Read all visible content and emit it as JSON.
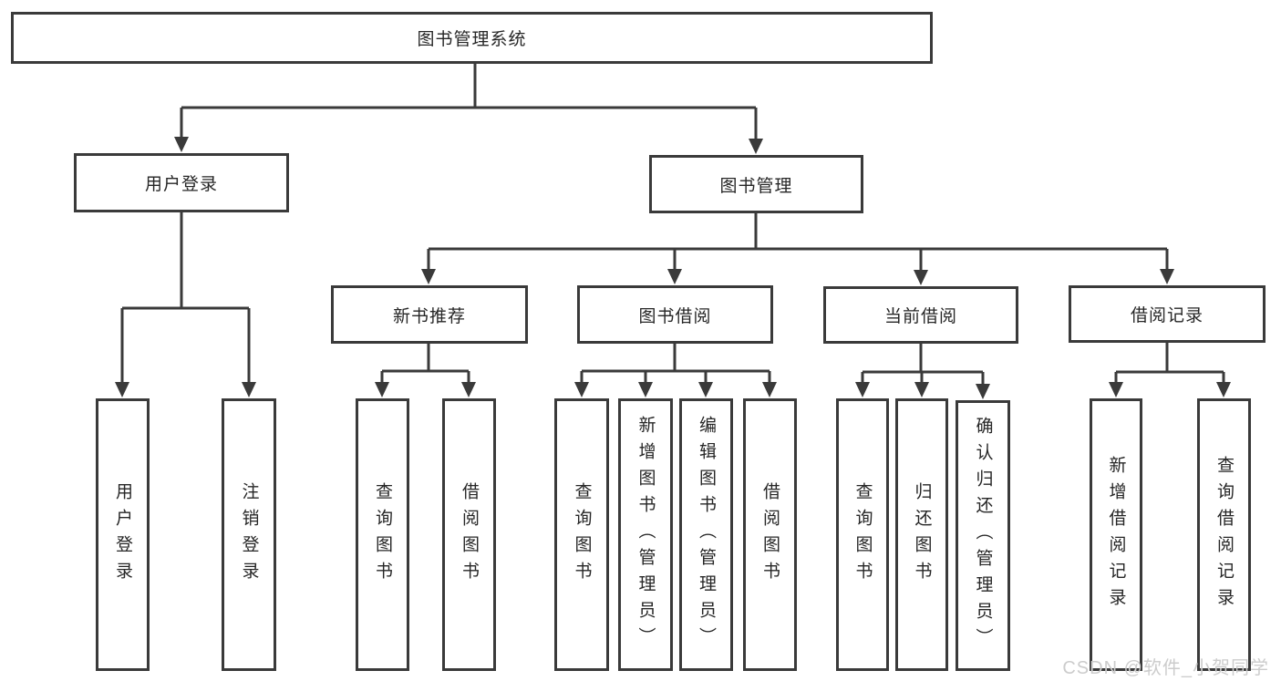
{
  "tree": {
    "root": {
      "label": "图书管理系统"
    },
    "branches": [
      {
        "label": "用户登录",
        "children": [
          {
            "label": "用户登录"
          },
          {
            "label": "注销登录"
          }
        ]
      },
      {
        "label": "图书管理",
        "children": [
          {
            "label": "新书推荐",
            "children": [
              {
                "label": "查询图书"
              },
              {
                "label": "借阅图书"
              }
            ]
          },
          {
            "label": "图书借阅",
            "children": [
              {
                "label": "查询图书"
              },
              {
                "label": "新增图书（管理员）"
              },
              {
                "label": "编辑图书（管理员）"
              },
              {
                "label": "借阅图书"
              }
            ]
          },
          {
            "label": "当前借阅",
            "children": [
              {
                "label": "查询图书"
              },
              {
                "label": "归还图书"
              },
              {
                "label": "确认归还（管理员）"
              }
            ]
          },
          {
            "label": "借阅记录",
            "children": [
              {
                "label": "新增借阅记录"
              },
              {
                "label": "查询借阅记录"
              }
            ]
          }
        ]
      }
    ]
  },
  "watermark": {
    "text": "CSDN @软件_小贺同学"
  },
  "colors": {
    "line": "#3a3a3a",
    "text": "#262626",
    "watermark": "#cccccc",
    "background": "#ffffff"
  }
}
